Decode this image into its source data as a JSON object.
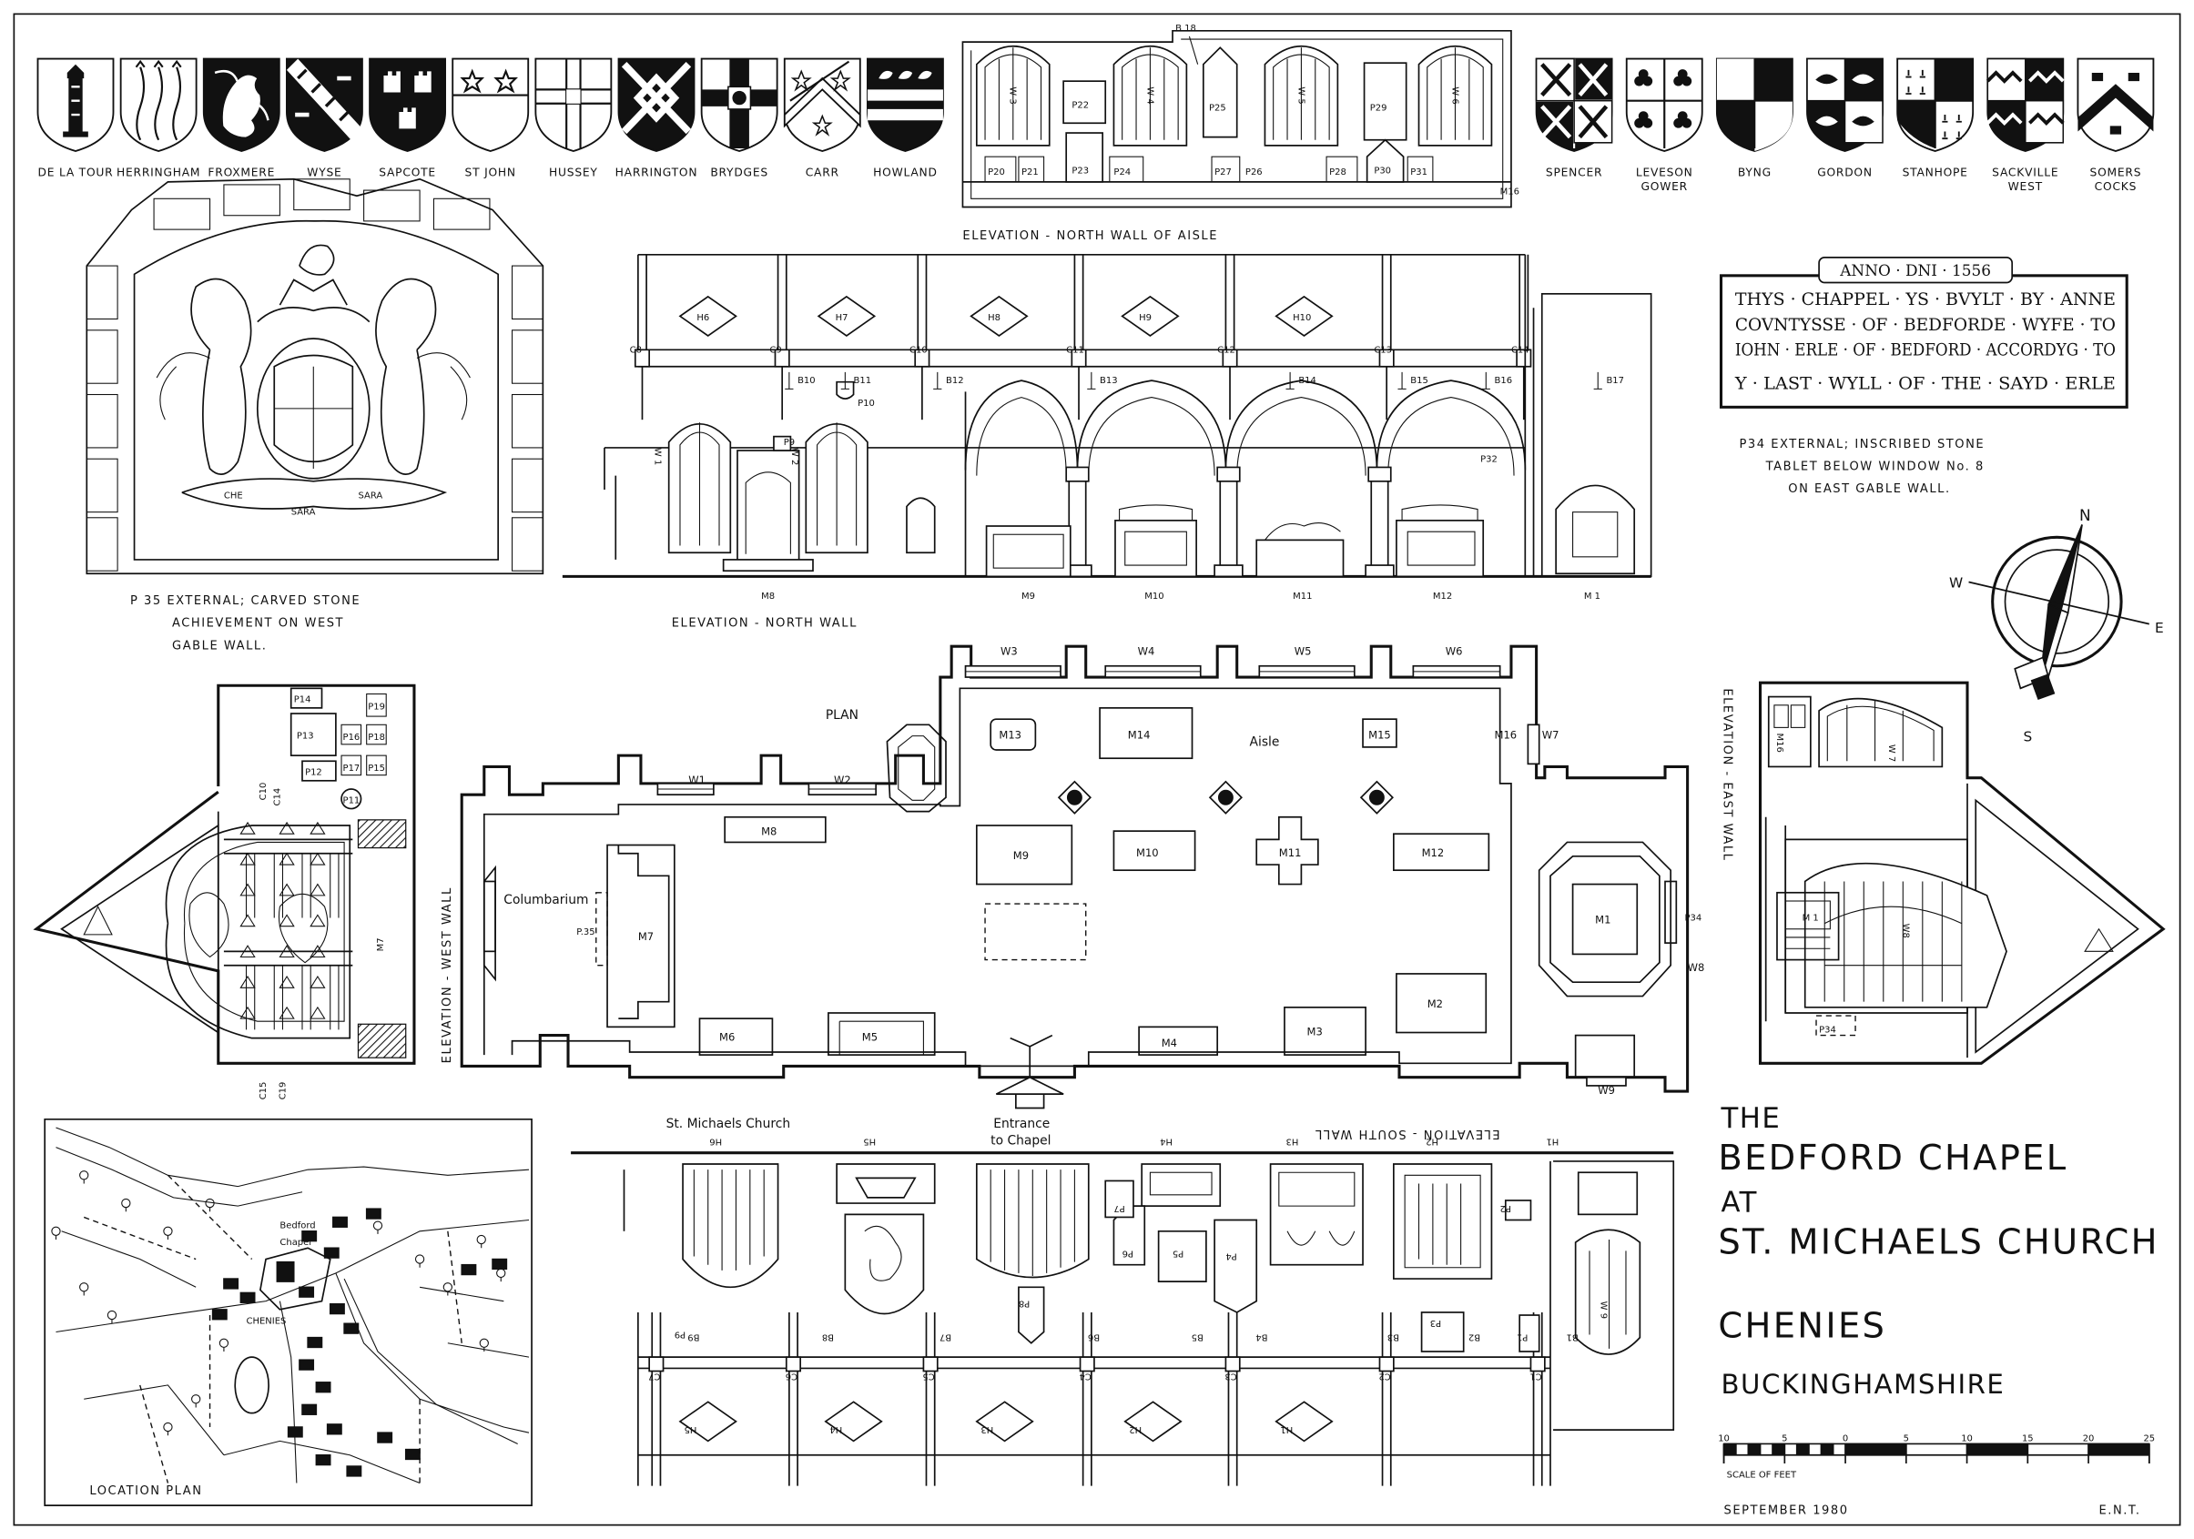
{
  "sheet": {
    "title_line1": "THE",
    "title_line2": "BEDFORD CHAPEL",
    "title_line3": "AT",
    "title_line4": "ST. MICHAELS CHURCH",
    "place": "CHENIES",
    "county": "BUCKINGHAMSHIRE",
    "date": "SEPTEMBER 1980",
    "initials": "E.N.T.",
    "scale_label": "SCALE OF FEET",
    "scale_ticks": [
      "10",
      "5",
      "0",
      "5",
      "10",
      "15",
      "20",
      "25"
    ]
  },
  "heraldry_left": [
    {
      "name": "DE LA TOUR",
      "motif": "tower",
      "dark": false
    },
    {
      "name": "HERRINGHAM",
      "motif": "fishes",
      "dark": false
    },
    {
      "name": "FROXMERE",
      "motif": "beast",
      "dark": true
    },
    {
      "name": "WYSE",
      "motif": "bend",
      "dark": true
    },
    {
      "name": "SAPCOTE",
      "motif": "castles",
      "dark": true
    },
    {
      "name": "ST JOHN",
      "motif": "stars",
      "dark": false
    },
    {
      "name": "HUSSEY",
      "motif": "cross",
      "dark": false
    },
    {
      "name": "HARRINGTON",
      "motif": "fret",
      "dark": true
    },
    {
      "name": "BRYDGES",
      "motif": "cross-lion",
      "dark": false
    },
    {
      "name": "CARR",
      "motif": "chevron-stars",
      "dark": false
    },
    {
      "name": "HOWLAND",
      "motif": "lions-bars",
      "dark": true
    }
  ],
  "heraldry_right": [
    {
      "name": "SPENCER",
      "name2": "",
      "motif": "fret-quarters",
      "dark": true
    },
    {
      "name": "LEVESON",
      "name2": "GOWER",
      "motif": "trefoils",
      "dark": false
    },
    {
      "name": "BYNG",
      "name2": "",
      "motif": "quarterly",
      "dark": true
    },
    {
      "name": "GORDON",
      "name2": "",
      "motif": "quarters-boars",
      "dark": true
    },
    {
      "name": "STANHOPE",
      "name2": "",
      "motif": "ermine-quarters",
      "dark": false
    },
    {
      "name": "SACKVILLE",
      "name2": "WEST",
      "motif": "dancette",
      "dark": true
    },
    {
      "name": "SOMERS",
      "name2": "COCKS",
      "motif": "chevron",
      "dark": false
    }
  ],
  "aisle_elevation": {
    "caption": "ELEVATION - NORTH WALL OF AISLE",
    "windows": [
      "W 3",
      "W 4",
      "W 5",
      "W 6"
    ],
    "plaques": [
      "P22",
      "P23",
      "P25",
      "P29",
      "P20",
      "P21",
      "P24",
      "P27",
      "P28",
      "P30",
      "P31"
    ],
    "tags": [
      "B 18",
      "P26",
      "M16"
    ]
  },
  "north_elevation": {
    "caption": "ELEVATION -  NORTH WALL",
    "hatchments": [
      "H6",
      "H7",
      "H8",
      "H9",
      "H10"
    ],
    "corbels": [
      "C8",
      "C9",
      "C10",
      "C11",
      "C12",
      "C13",
      "C14"
    ],
    "brackets": [
      "B10",
      "B11",
      "B12",
      "B13",
      "B14",
      "B15",
      "B16",
      "B17"
    ],
    "windows": [
      "W 1",
      "W 2"
    ],
    "monuments": [
      "M8",
      "M9",
      "M10",
      "M11",
      "M12",
      "M 1"
    ],
    "tags": [
      "P10",
      "P9",
      "P32"
    ]
  },
  "achievement": {
    "motto_left": "CHE",
    "motto_right": "SARA",
    "motto_mid": "SARA",
    "caption1": "P 35 EXTERNAL;  CARVED  STONE",
    "caption2": "ACHIEVEMENT  ON  WEST",
    "caption3": "GABLE  WALL."
  },
  "tablet": {
    "line1": "ANNO · DNI · 1556",
    "line2": "THYS · CHAPPEL · YS · BVYLT · BY · ANNE",
    "line3": "COVNTYSSE · OF · BEDFORDE · WYFE · TO",
    "line4": "IOHN · ERLE · OF · BEDFORD · ACCORDYG · TO",
    "line5": "Y · LAST · WYLL · OF · THE · SAYD · ERLE",
    "caption1": "P34  EXTERNAL;  INSCRIBED  STONE",
    "caption2": "TABLET  BELOW  WINDOW  No. 8",
    "caption3": "ON  EAST  GABLE  WALL."
  },
  "compass": {
    "n": "N",
    "s": "S",
    "e": "E",
    "w": "W"
  },
  "plan": {
    "label": "PLAN",
    "aisle_label": "Aisle",
    "columbarium": "Columbarium",
    "church_label": "St. Michaels  Church",
    "entrance_label1": "Entrance",
    "entrance_label2": "to Chapel",
    "windows": [
      "W1",
      "W2",
      "W3",
      "W4",
      "W5",
      "W6",
      "W7",
      "W8",
      "W9"
    ],
    "monuments": [
      "M13",
      "M14",
      "M15",
      "M16",
      "M9",
      "M10",
      "M11",
      "M12",
      "M8",
      "M7",
      "M1",
      "M2",
      "M3",
      "M4",
      "M5",
      "M6"
    ],
    "tags": [
      "P.35",
      "P34"
    ]
  },
  "west_elevation": {
    "caption": "ELEVATION - WEST WALL",
    "plaques": [
      "P14",
      "P13",
      "P12",
      "P15",
      "P16",
      "P17",
      "P18",
      "P19",
      "P11"
    ],
    "corbels": [
      "C10",
      "C14",
      "C15",
      "C19"
    ],
    "monument": "M7"
  },
  "east_elevation": {
    "caption": "ELEVATION - EAST WALL",
    "window_top": "W 7",
    "window_main": "W8",
    "monument": "M 1",
    "plaque": "P34",
    "side": "M16"
  },
  "south_elevation": {
    "caption": "ELEVATION - SOUTH WALL",
    "hatchments_top": [
      "H6",
      "H5",
      "H4",
      "H3",
      "H2",
      "H1"
    ],
    "hatchments_bottom": [
      "H5",
      "H4",
      "H3",
      "H2",
      "H1"
    ],
    "corbels": [
      "C7",
      "C6",
      "C5",
      "C4",
      "C3",
      "C2",
      "C1"
    ],
    "brackets": [
      "B9",
      "B8",
      "B7",
      "B6",
      "B5",
      "B4",
      "B3",
      "B2",
      "B1"
    ],
    "plaques": [
      "P9",
      "P8",
      "P7",
      "P6",
      "P5",
      "P4",
      "P3",
      "P2",
      "P1"
    ],
    "window": "W 9"
  },
  "location_plan": {
    "caption": "LOCATION PLAN",
    "chapel_label1": "Bedford",
    "chapel_label2": "Chapel",
    "village": "CHENIES"
  }
}
